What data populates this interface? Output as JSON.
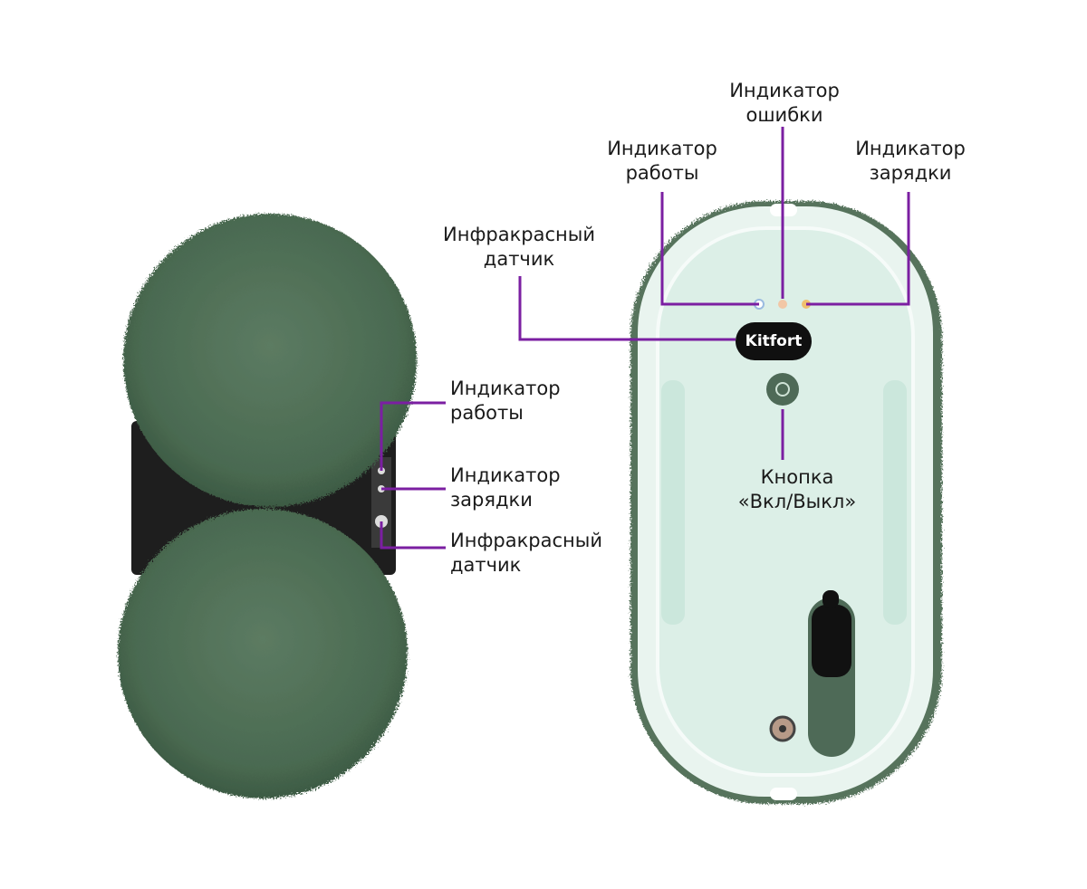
{
  "colors": {
    "callout": "#7b1fa2",
    "mop": "#4f6e56",
    "body": "#e8f3ee",
    "dark": "#1b1b1b"
  },
  "brand": "Kitfort",
  "left_labels": [
    {
      "line1": "Индикатор",
      "line2": "работы"
    },
    {
      "line1": "Индикатор",
      "line2": "зарядки"
    },
    {
      "line1": "Инфракрасный",
      "line2": "датчик"
    }
  ],
  "right_labels": {
    "error": {
      "line1": "Индикатор",
      "line2": "ошибки"
    },
    "work": {
      "line1": "Индикатор",
      "line2": "работы"
    },
    "charge": {
      "line1": "Индикатор",
      "line2": "зарядки"
    },
    "infrared": {
      "line1": "Инфракрасный",
      "line2": "датчик"
    },
    "power": {
      "line1": "Кнопка",
      "line2": "«Вкл/Выкл»"
    }
  }
}
